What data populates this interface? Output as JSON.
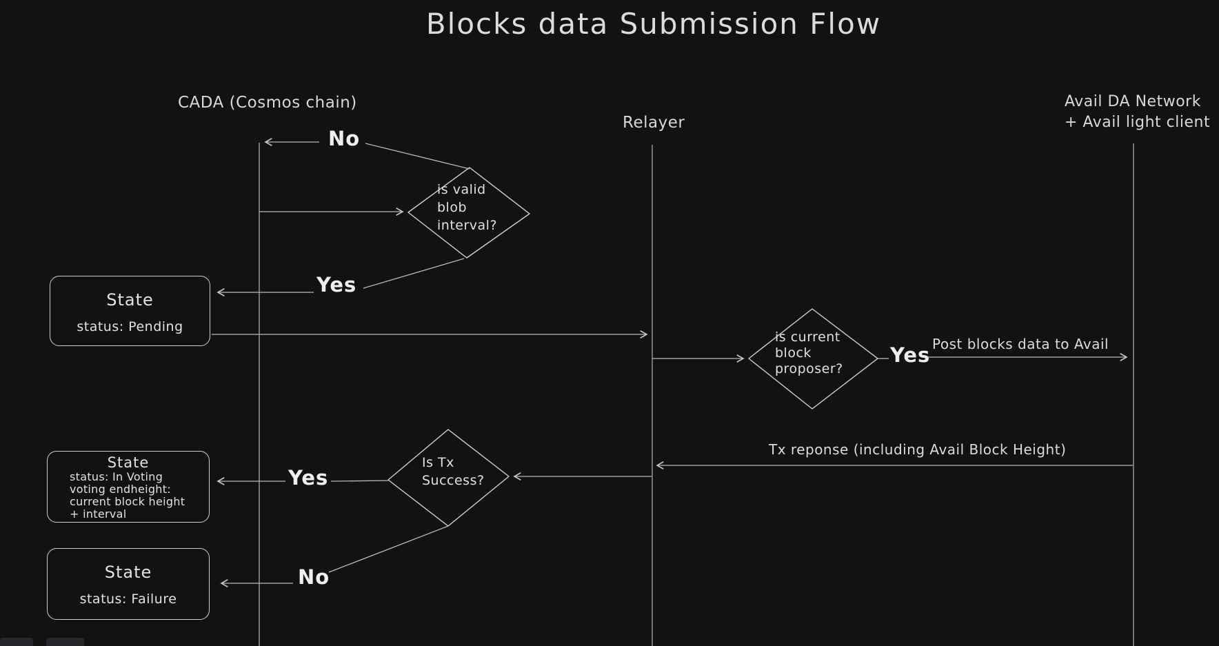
{
  "title": "Blocks data Submission Flow",
  "lifelines": {
    "cada": {
      "label": "CADA (Cosmos chain)"
    },
    "relayer": {
      "label": "Relayer"
    },
    "avail": {
      "label_line1": "Avail DA Network",
      "label_line2": "+ Avail light client"
    }
  },
  "decisions": {
    "valid_blob": {
      "lines": [
        "is valid",
        "blob",
        "interval?"
      ]
    },
    "current_proposer": {
      "lines": [
        "is current",
        "block",
        "proposer?"
      ]
    },
    "tx_success": {
      "lines": [
        "Is Tx",
        "Success?"
      ]
    }
  },
  "states": {
    "pending": {
      "title": "State",
      "lines": [
        "status: Pending"
      ]
    },
    "in_voting": {
      "title": "State",
      "lines": [
        "status: In Voting",
        "voting endheight:",
        "current block height",
        "+ interval"
      ]
    },
    "failure": {
      "title": "State",
      "lines": [
        "status: Failure"
      ]
    }
  },
  "edge_labels": {
    "no_top": "No",
    "yes_pending": "Yes",
    "yes_proposer": "Yes",
    "post_blocks": "Post blocks data to Avail",
    "tx_response": "Tx reponse (including Avail Block Height)",
    "yes_voting": "Yes",
    "no_failure": "No"
  },
  "colors": {
    "background": "#121212",
    "stroke": "#bdbdbd",
    "text": "#e0e0e0",
    "bright_label": "#efefef"
  }
}
